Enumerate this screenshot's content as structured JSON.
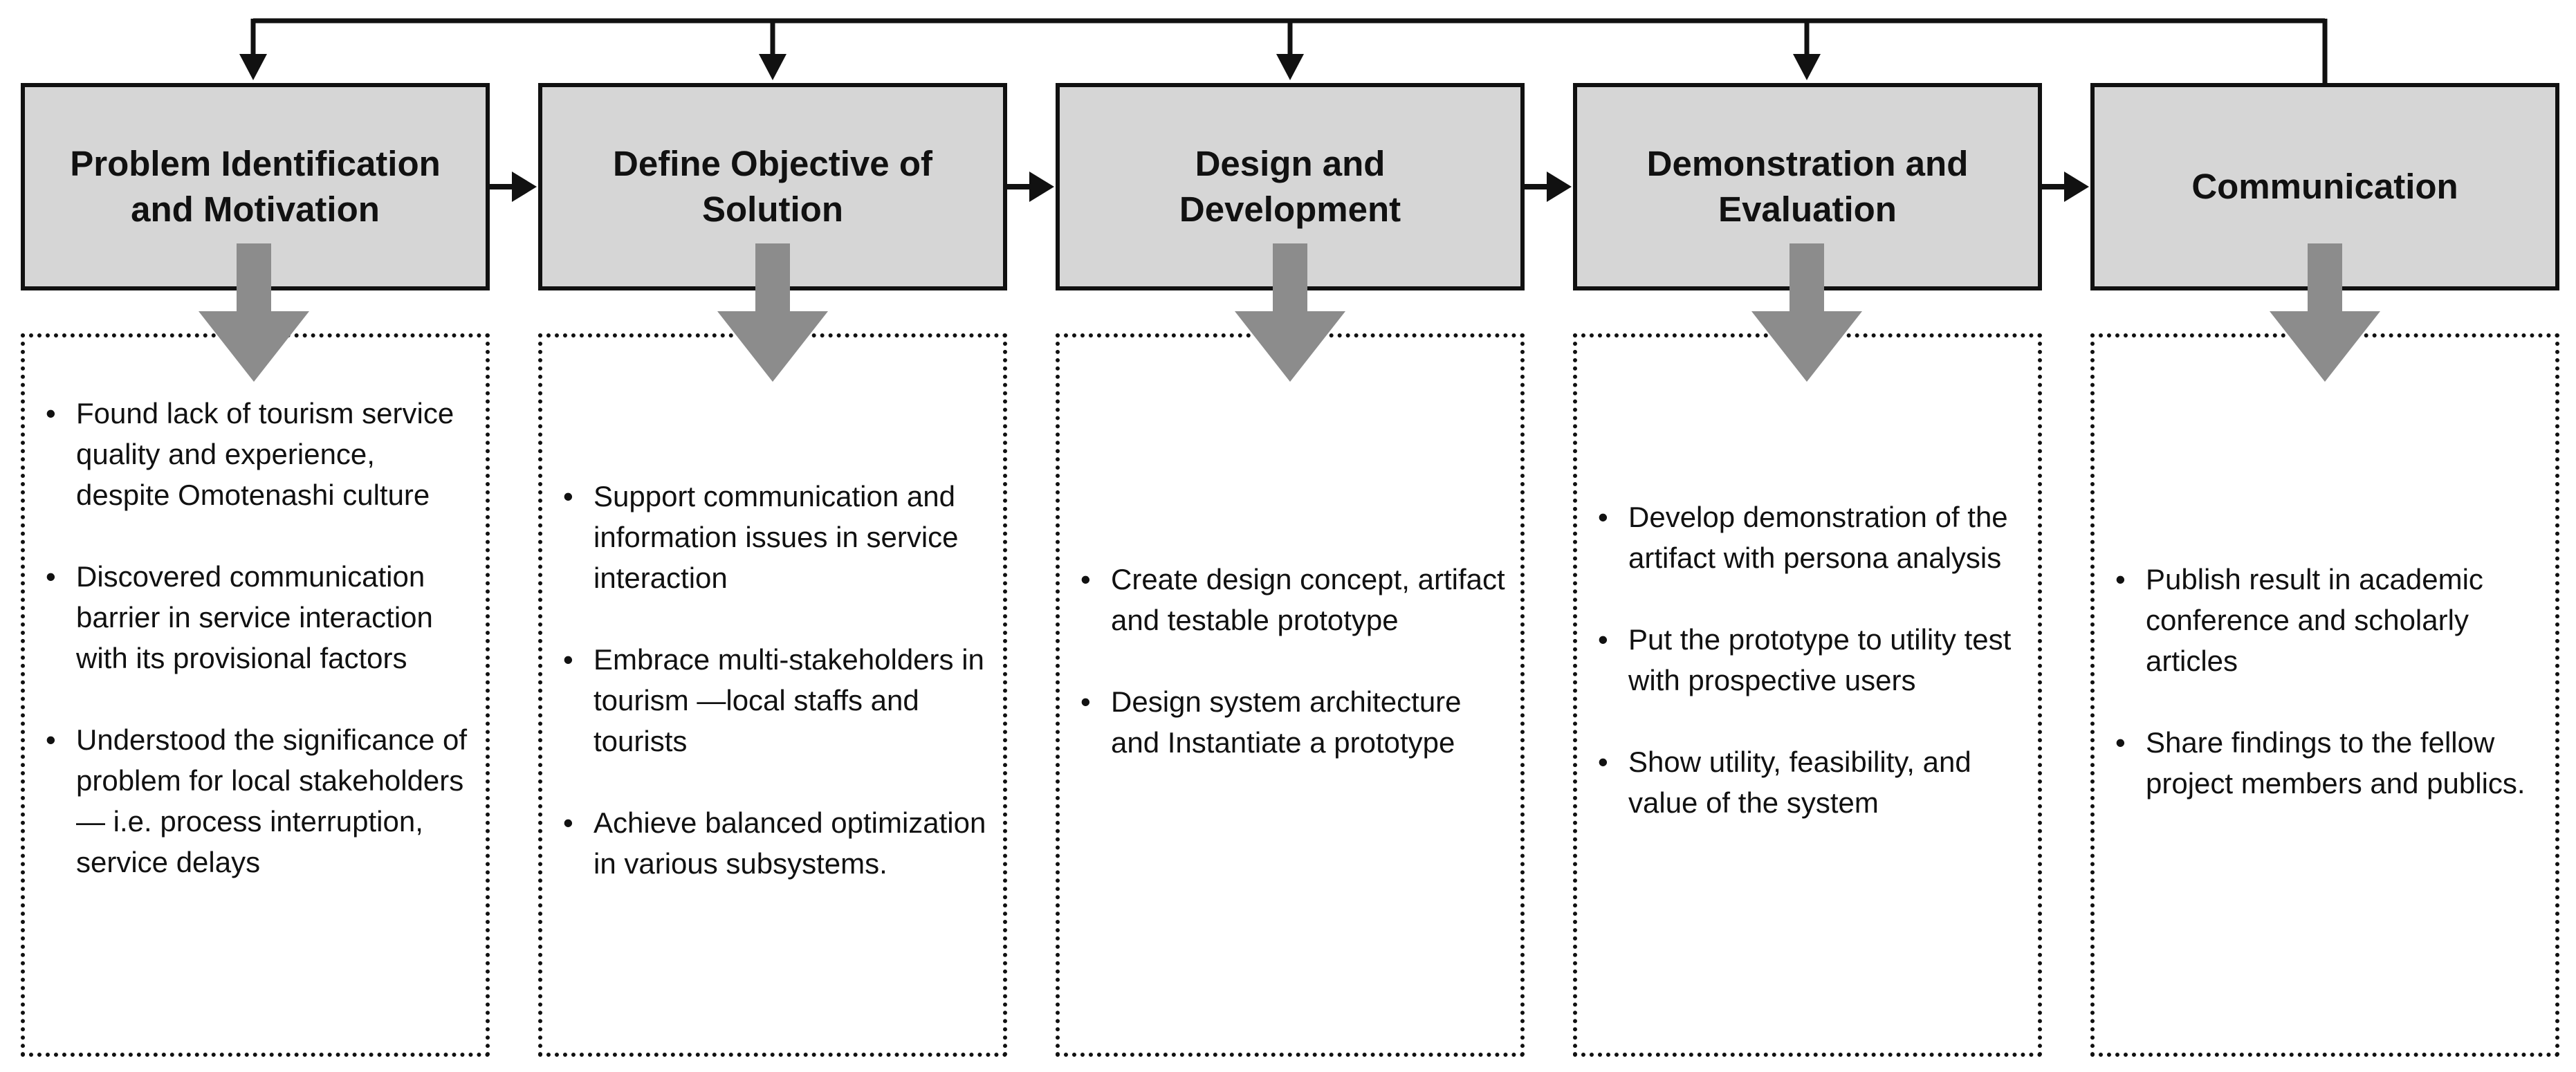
{
  "stages": [
    {
      "title_line1": "Problem Identification",
      "title_line2": "and Motivation",
      "bullets": [
        "Found lack of tourism service quality and experience, despite Omotenashi culture",
        "Discovered communication barrier in service interaction with its provisional factors",
        "Understood the significance of problem for local stakeholders — i.e. process interruption, service delays"
      ]
    },
    {
      "title_line1": "Define Objective of",
      "title_line2": "Solution",
      "bullets": [
        "Support communication and information issues in service interaction",
        "Embrace multi-stakeholders in tourism —local staffs and tourists",
        "Achieve balanced optimization in various subsystems."
      ]
    },
    {
      "title_line1": "Design and",
      "title_line2": "Development",
      "bullets": [
        "Create design concept, artifact and testable prototype",
        "Design system architecture and Instantiate a prototype"
      ]
    },
    {
      "title_line1": "Demonstration and",
      "title_line2": "Evaluation",
      "bullets": [
        "Develop demonstration of the artifact with persona analysis",
        "Put the prototype to utility test with prospective users",
        "Show utility, feasibility, and value of the system"
      ]
    },
    {
      "title_line1": "Communication",
      "title_line2": "",
      "bullets": [
        "Publish result in academic conference and scholarly articles",
        "Share findings to the fellow project members and publics."
      ]
    }
  ],
  "colors": {
    "box_fill": "#d6d6d6",
    "line": "#111111",
    "down_arrow": "#8c8c8c"
  }
}
